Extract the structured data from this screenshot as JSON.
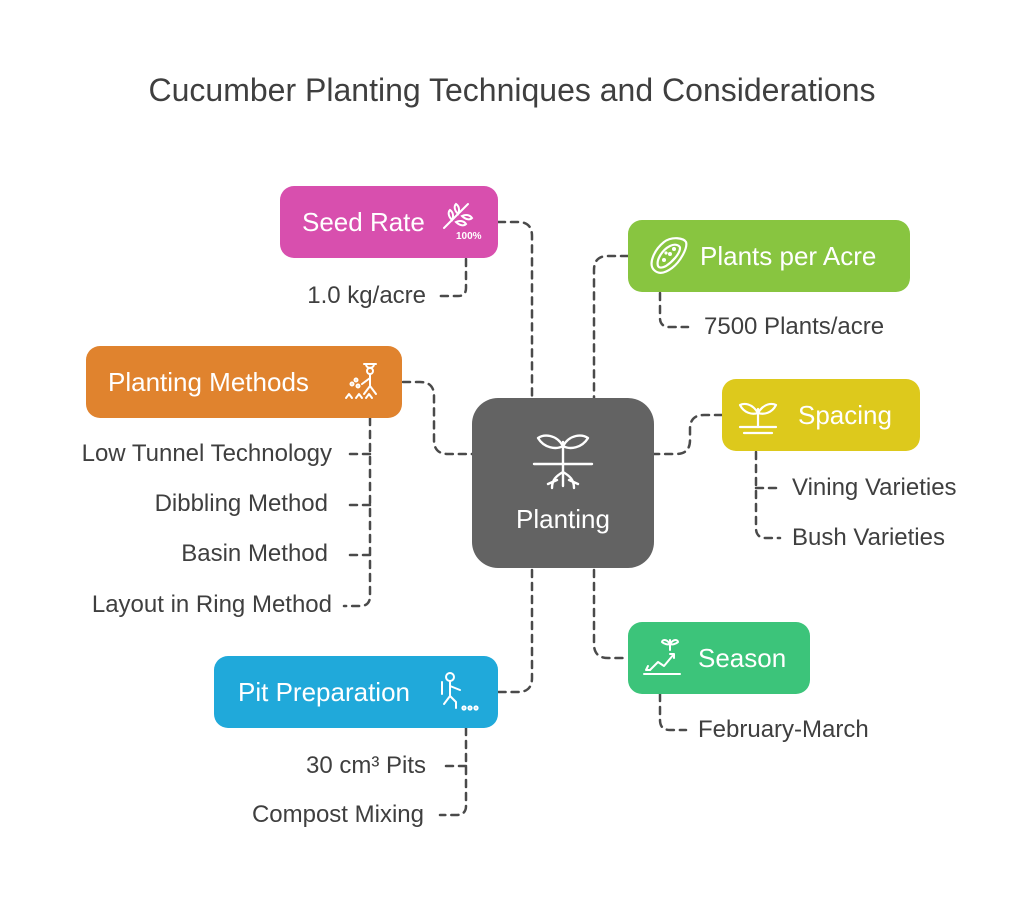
{
  "title": "Cucumber Planting Techniques and Considerations",
  "center": {
    "label": "Planting",
    "icon": "seedling-roots-icon",
    "color": "#636363"
  },
  "branches": {
    "seed_rate": {
      "label": "Seed Rate",
      "icon": "wheat-100-percent-icon",
      "color": "#d84fae",
      "items": [
        "1.0 kg/acre"
      ]
    },
    "planting_methods": {
      "label": "Planting Methods",
      "icon": "farmer-sowing-icon",
      "color": "#e0832e",
      "items": [
        "Low Tunnel Technology",
        "Dibbling Method",
        "Basin Method",
        "Layout in Ring Method"
      ]
    },
    "pit_preparation": {
      "label": "Pit Preparation",
      "icon": "person-digging-icon",
      "color": "#20a9da",
      "items": [
        "30 cm³ Pits",
        "Compost Mixing"
      ]
    },
    "plants_per_acre": {
      "label": "Plants per Acre",
      "icon": "seed-pod-icon",
      "color": "#88c540",
      "items": [
        "7500 Plants/acre"
      ]
    },
    "spacing": {
      "label": "Spacing",
      "icon": "sprout-icon",
      "color": "#ddc91c",
      "items": [
        "Vining Varieties",
        "Bush Varieties"
      ]
    },
    "season": {
      "label": "Season",
      "icon": "growth-chart-icon",
      "color": "#3cc47a",
      "items": [
        "February-March"
      ]
    }
  }
}
